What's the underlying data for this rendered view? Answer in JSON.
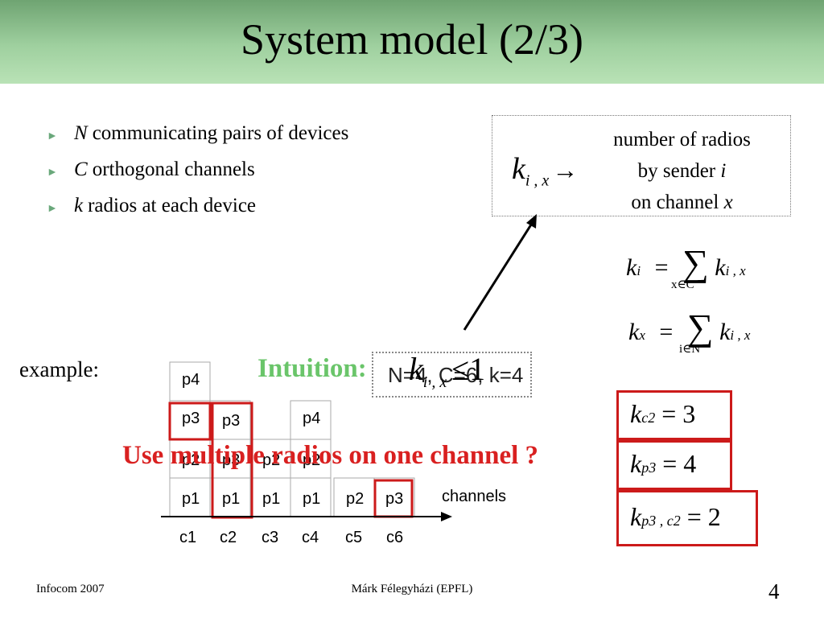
{
  "title": "System model (2/3)",
  "bullets": [
    {
      "var": "N",
      "text": "communicating pairs of devices"
    },
    {
      "var": "C",
      "text": "orthogonal channels"
    },
    {
      "var": "k",
      "text": "radios at each device"
    }
  ],
  "definition": {
    "symbol_main": "k",
    "symbol_sub": "i , x",
    "arrow": "→",
    "line1": "number of radios",
    "line2_text": "by sender ",
    "line2_var": "i",
    "line3_text": "on channel ",
    "line3_var": "x"
  },
  "formula1": {
    "lhs": "k",
    "lhs_sub": "i",
    "eq": "=",
    "sum": "∑",
    "under": "x∈C",
    "rhs": "k",
    "rhs_sub": "i , x"
  },
  "formula2": {
    "lhs": "k",
    "lhs_sub": "x",
    "eq": "=",
    "sum": "∑",
    "under": "i∈N",
    "rhs": "k",
    "rhs_sub": "i , x"
  },
  "example_label": "example:",
  "intuition": {
    "label": "Intuition:",
    "underlying": "N=4, C=6, k=4",
    "formula_main": "k",
    "formula_sub": "i , x",
    "formula_rel": "≤1"
  },
  "diagram": {
    "channels_label": "channels",
    "channel_names": [
      "c1",
      "c2",
      "c3",
      "c4",
      "c5",
      "c6"
    ],
    "columns": [
      [
        "p1",
        "p2",
        "p3",
        "p4"
      ],
      [
        "p1",
        "p3",
        "p3"
      ],
      [
        "p1",
        "p2"
      ],
      [
        "p1",
        "p2",
        "p4"
      ],
      [
        "p2"
      ],
      [
        "p3"
      ]
    ]
  },
  "use_multiple": "Use multiple radios on one channel ?",
  "boxes": [
    {
      "main": "k",
      "sub": "c2",
      "eq": "=",
      "value": "3"
    },
    {
      "main": "k",
      "sub": "p3",
      "eq": "=",
      "value": "4"
    },
    {
      "main": "k",
      "sub": "p3 , c2",
      "eq": "=",
      "value": "2"
    }
  ],
  "footer": {
    "left": "Infocom 2007",
    "center": "Márk Félegyházi (EPFL)",
    "page": "4"
  },
  "colors": {
    "header": "#9fd09f",
    "intuition": "#6ac56a",
    "accent_red": "#cc1a1a",
    "bullet": "#6aa87b"
  }
}
